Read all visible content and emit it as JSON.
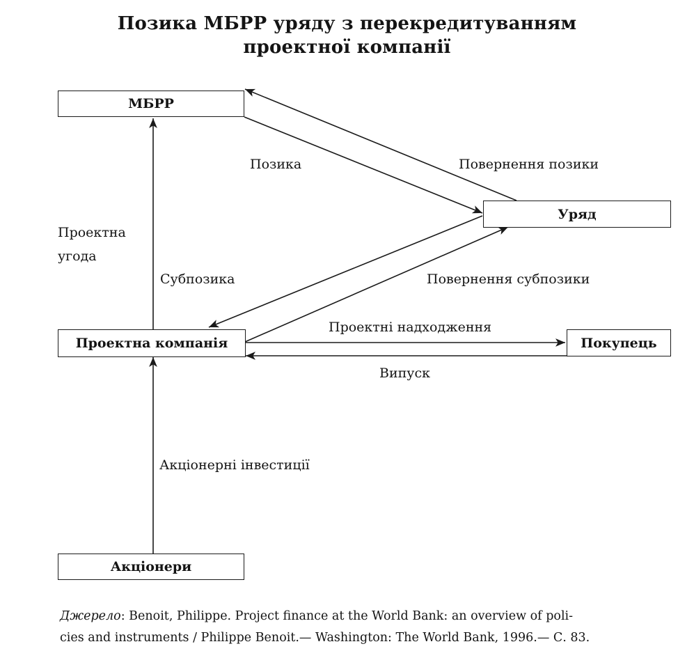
{
  "title_line1": "Позика МБРР уряду з перекредитуванням",
  "title_line2": "проектної компанії",
  "boxes": {
    "ibrd": "МБРР",
    "government": "Уряд",
    "project_company": "Проектна компанія",
    "buyer": "Покупець",
    "shareholders": "Акціонери"
  },
  "labels": {
    "loan": "Позика",
    "loan_repayment": "Повернення позики",
    "project_agreement_line1": "Проектна",
    "project_agreement_line2": "угода",
    "subloan": "Субпозика",
    "subloan_repayment": "Повернення субпозики",
    "project_revenues": "Проектні надходження",
    "output": "Випуск",
    "equity_investments": "Акціонерні інвестиції"
  },
  "source": {
    "prefix": "Джерело",
    "text_line1": ": Benoit, Philippe. Project finance at the World Bank: an overview of poli-",
    "text_line2": "cies and instruments / Philippe Benoit.— Washington: The World Bank, 1996.— С. 83."
  }
}
